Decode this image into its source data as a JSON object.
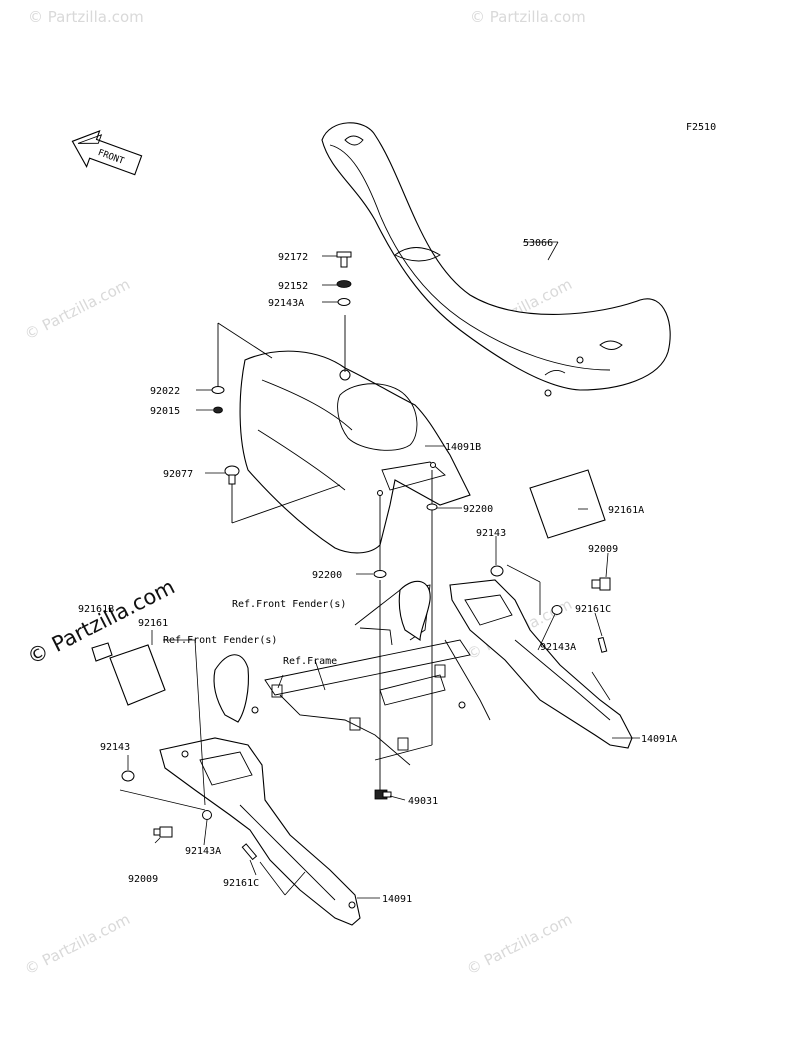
{
  "figure_code": "F2510",
  "front_arrow_label": "FRONT",
  "watermark_text": "© Partzilla.com",
  "labels": {
    "p53066": "53066",
    "p92172": "92172",
    "p92152": "92152",
    "p92143A_top": "92143A",
    "p92022": "92022",
    "p92015": "92015",
    "p14091B": "14091B",
    "p92077": "92077",
    "p92200_right": "92200",
    "p92161A": "92161A",
    "p92143_right": "92143",
    "p92009_right": "92009",
    "p92200_left": "92200",
    "ref_front_fender_right": "Ref.Front Fender(s)",
    "p92161C_right": "92161C",
    "p92143A_right": "92143A",
    "p92161B": "92161B",
    "p92161": "92161",
    "ref_front_fender_left": "Ref.Front Fender(s)",
    "ref_frame": "Ref.Frame",
    "p14091A": "14091A",
    "p92143_left": "92143",
    "p49031": "49031",
    "p92143A_left": "92143A",
    "p92009_left": "92009",
    "p92161C_left": "92161C",
    "p14091": "14091"
  }
}
